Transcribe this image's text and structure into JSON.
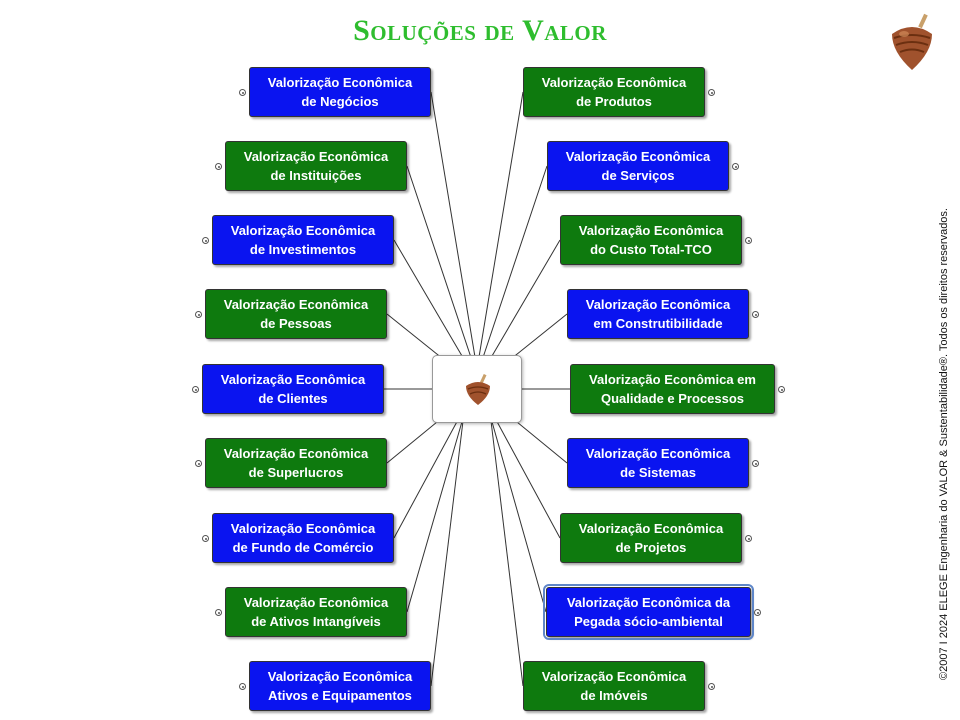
{
  "title": "Soluções de Valor",
  "copyright": "©2007 I 2024 ELEGE Engenharia do VALOR & Sustentabilidade®. Todos os direitos reservados.",
  "colors": {
    "blue": "#0a14f0",
    "green": "#0e7a0e",
    "title": "#2ebd2e"
  },
  "central_icon": "spinning-top-icon",
  "logo_icon": "spinning-top-icon",
  "left_nodes": [
    {
      "line1": "Valorização Econômica",
      "line2": "de Negócios",
      "color": "blue"
    },
    {
      "line1": "Valorização Econômica",
      "line2": "de Instituições",
      "color": "green"
    },
    {
      "line1": "Valorização Econômica",
      "line2": "de Investimentos",
      "color": "blue"
    },
    {
      "line1": "Valorização Econômica",
      "line2": "de Pessoas",
      "color": "green"
    },
    {
      "line1": "Valorização Econômica",
      "line2": "de Clientes",
      "color": "blue"
    },
    {
      "line1": "Valorização Econômica",
      "line2": "de Superlucros",
      "color": "green"
    },
    {
      "line1": "Valorização Econômica",
      "line2": "de Fundo de Comércio",
      "color": "blue"
    },
    {
      "line1": "Valorização Econômica",
      "line2": "de Ativos Intangíveis",
      "color": "green"
    },
    {
      "line1": "Valorização Econômica",
      "line2": "Ativos e Equipamentos",
      "color": "blue"
    }
  ],
  "right_nodes": [
    {
      "line1": "Valorização Econômica",
      "line2": "de Produtos",
      "color": "green"
    },
    {
      "line1": "Valorização Econômica",
      "line2": "de Serviços",
      "color": "blue"
    },
    {
      "line1": "Valorização Econômica",
      "line2": "do Custo Total-TCO",
      "color": "green"
    },
    {
      "line1": "Valorização Econômica",
      "line2": "em Construtibilidade",
      "color": "blue"
    },
    {
      "line1": "Valorização Econômica em",
      "line2": "Qualidade e Processos",
      "color": "green"
    },
    {
      "line1": "Valorização Econômica",
      "line2": "de Sistemas",
      "color": "blue"
    },
    {
      "line1": "Valorização Econômica",
      "line2": "de Projetos",
      "color": "green"
    },
    {
      "line1": "Valorização Econômica da",
      "line2": "Pegada sócio-ambiental",
      "color": "blue",
      "selected": true
    },
    {
      "line1": "Valorização Econômica",
      "line2": "de Imóveis",
      "color": "green"
    }
  ]
}
